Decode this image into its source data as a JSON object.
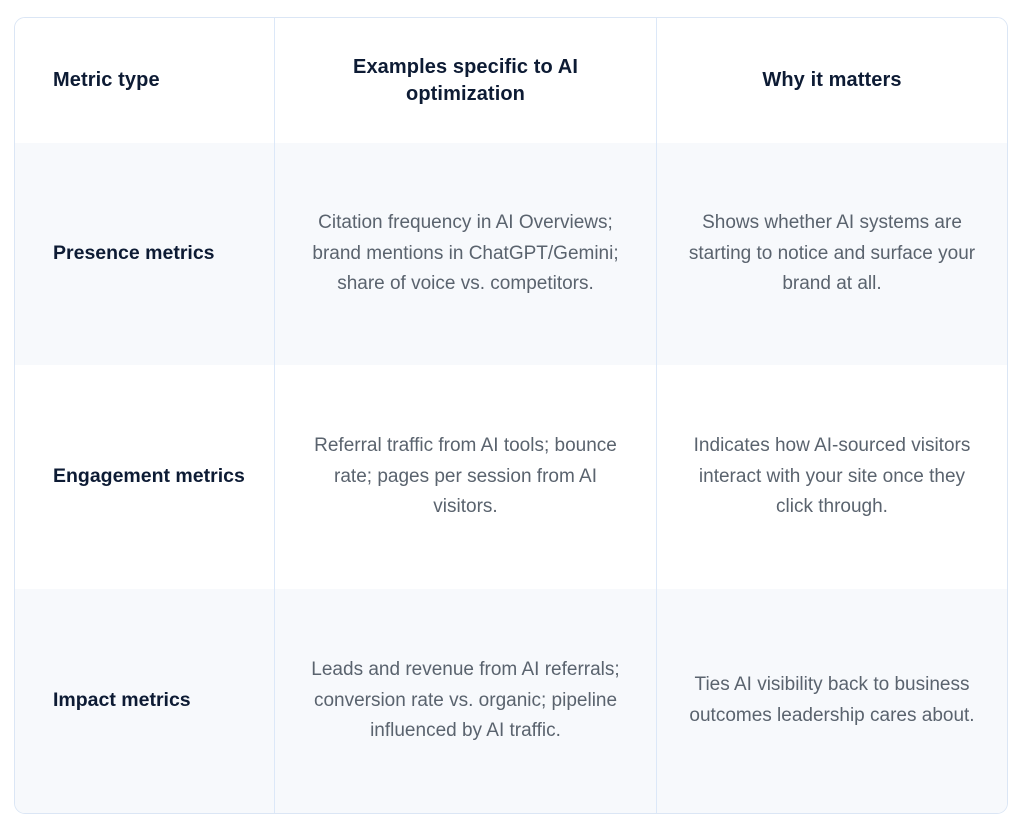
{
  "table": {
    "columns": [
      {
        "key": "metric_type",
        "header": "Metric type",
        "align": "left"
      },
      {
        "key": "examples",
        "header": "Examples specific to AI optimization",
        "align": "center"
      },
      {
        "key": "why",
        "header": "Why it matters",
        "align": "center"
      }
    ],
    "rows": [
      {
        "metric_type": "Presence metrics",
        "examples": "Citation frequency in AI Overviews; brand mentions in ChatGPT/Gemini; share of voice vs. competitors.",
        "why": "Shows whether AI systems are starting to notice and surface your brand at all.",
        "shaded": true
      },
      {
        "metric_type": "Engagement metrics",
        "examples": "Referral traffic from AI tools; bounce rate; pages per session from AI visitors.",
        "why": "Indicates how AI-sourced visitors interact with your site once they click through.",
        "shaded": false
      },
      {
        "metric_type": "Impact metrics",
        "examples": "Leads and revenue from AI referrals; conversion rate vs. organic; pipeline influenced by AI traffic.",
        "why": "Ties AI visibility back to business outcomes leadership cares about.",
        "shaded": true
      }
    ]
  },
  "colors": {
    "border": "#dbe6f5",
    "column_divider": "#dce8f8",
    "row_shaded_background": "#f7f9fc",
    "row_plain_background": "#ffffff",
    "heading_text": "#0d1b34",
    "body_text": "#5a636e",
    "page_background": "#ffffff"
  }
}
